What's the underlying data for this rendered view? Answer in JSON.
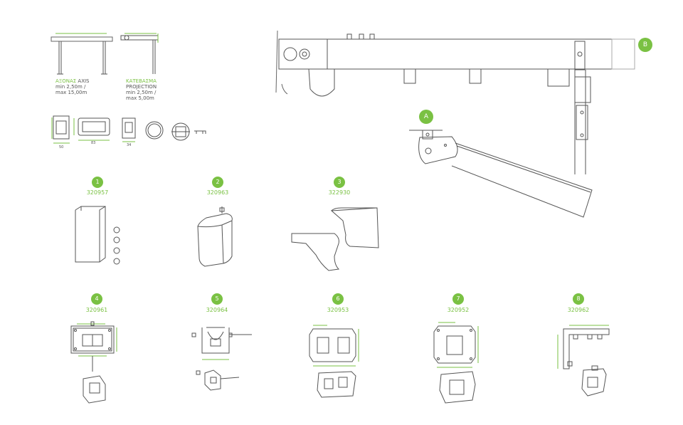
{
  "spec_labels": {
    "axis_title_green": "ΑΞΟΝΑΣ",
    "axis_title_dark": "AXIS",
    "axis_line1": "min 2,50m /",
    "axis_line2": "max 15,00m",
    "projection_title_green": "ΚΑΤΕΒΑΣΜΑ",
    "projection_title_dark": "PROJECTION",
    "projection_line1": "min 2,50m /",
    "projection_line2": "max 5,00m"
  },
  "dims": {
    "d50": "50",
    "d83": "83",
    "d34": "34"
  },
  "callouts": {
    "a": "A",
    "b": "B"
  },
  "parts": [
    {
      "num": "1",
      "code": "320957"
    },
    {
      "num": "2",
      "code": "320963"
    },
    {
      "num": "3",
      "code": "322930"
    },
    {
      "num": "4",
      "code": "320961"
    },
    {
      "num": "5",
      "code": "320964"
    },
    {
      "num": "6",
      "code": "320953"
    },
    {
      "num": "7",
      "code": "320952"
    },
    {
      "num": "8",
      "code": "320962"
    }
  ],
  "colors": {
    "accent": "#7ac143",
    "line": "#555555"
  }
}
